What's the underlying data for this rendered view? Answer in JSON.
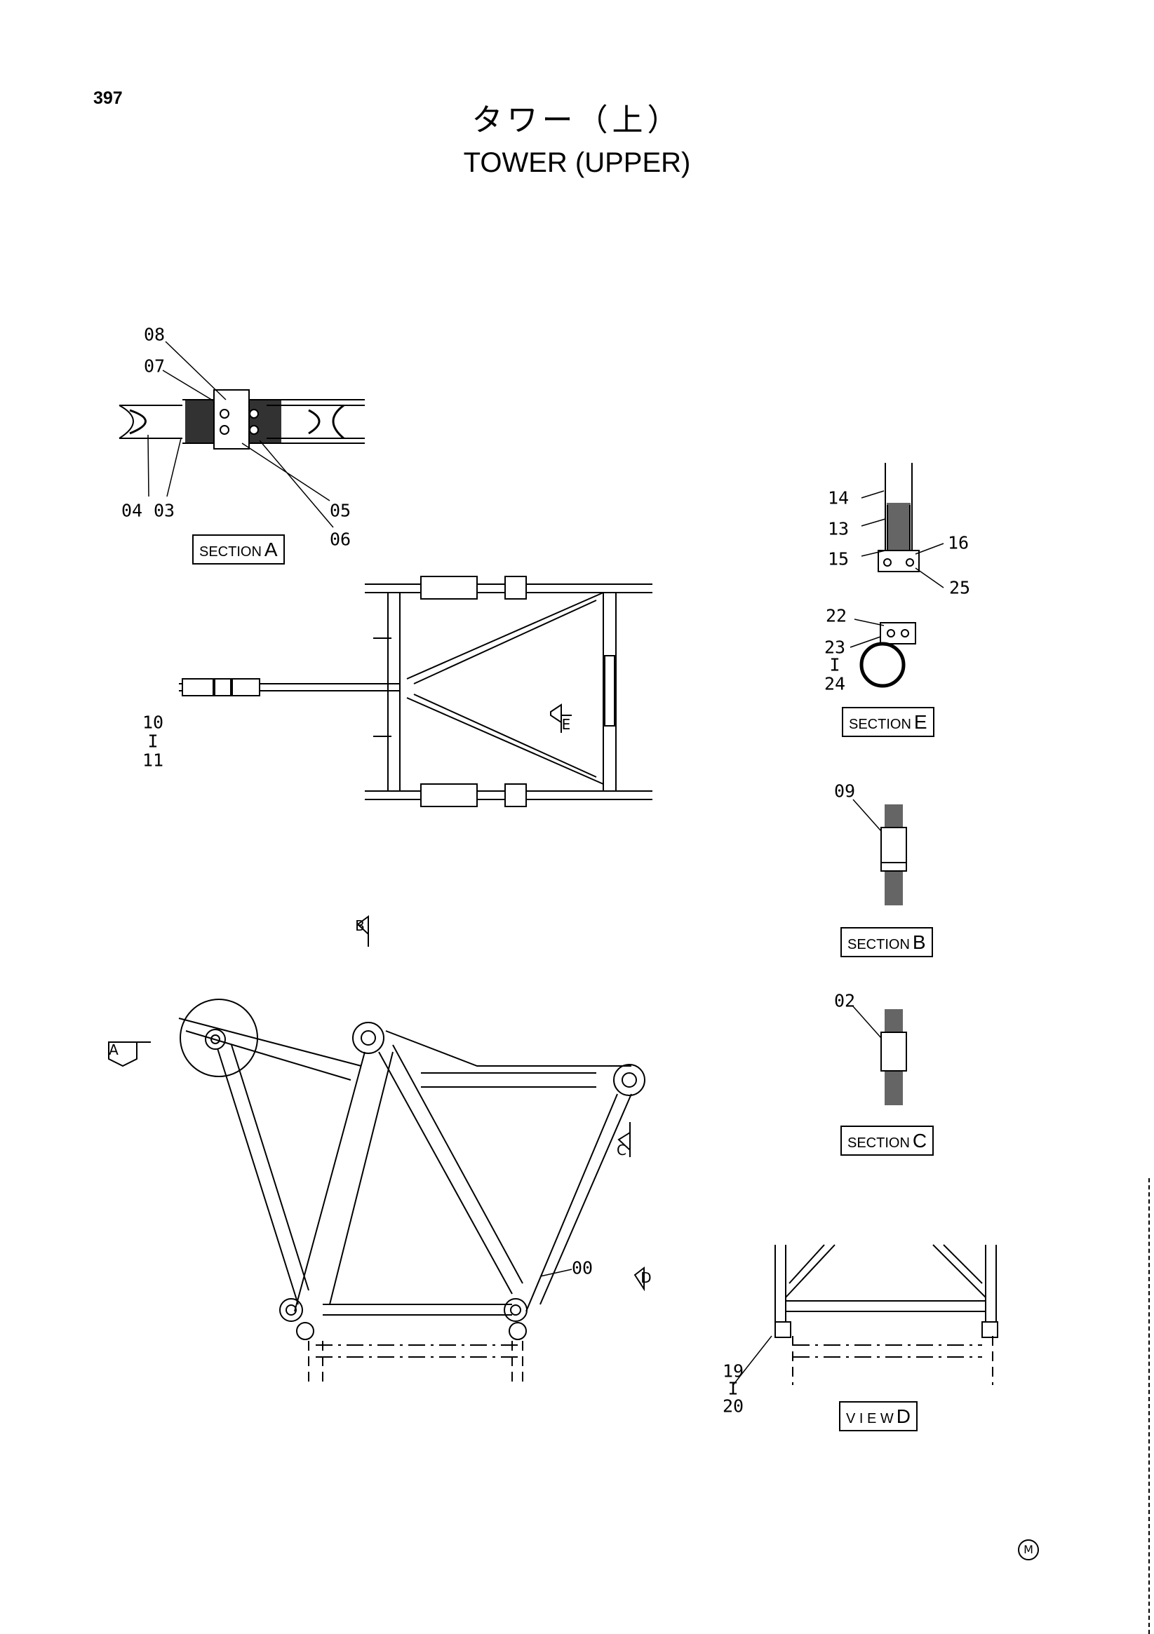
{
  "page_number": "397",
  "title_ja": "タワー（上）",
  "title_en": "TOWER (UPPER)",
  "views": {
    "section_a": {
      "word": "SECTION",
      "letter": "A"
    },
    "section_e": {
      "word": "SECTION",
      "letter": "E"
    },
    "section_b": {
      "word": "SECTION",
      "letter": "B"
    },
    "section_c": {
      "word": "SECTION",
      "letter": "C"
    },
    "view_d": {
      "word": "V I E W",
      "letter": "D"
    }
  },
  "callouts": {
    "p08": "08",
    "p07": "07",
    "p04": "04",
    "p03": "03",
    "p05": "05",
    "p06": "06",
    "p10": "10",
    "p10_dash": "I",
    "p11": "11",
    "p14": "14",
    "p13": "13",
    "p15": "15",
    "p16": "16",
    "p25": "25",
    "p22": "22",
    "p23": "23",
    "p23_dash": "I",
    "p24": "24",
    "p09": "09",
    "p02": "02",
    "p00": "00",
    "p19": "19",
    "p19_dash": "I",
    "p20": "20"
  },
  "view_markers": {
    "a": "A",
    "b": "B",
    "c": "C",
    "d": "D",
    "e": "E"
  },
  "corner_mark": "M"
}
